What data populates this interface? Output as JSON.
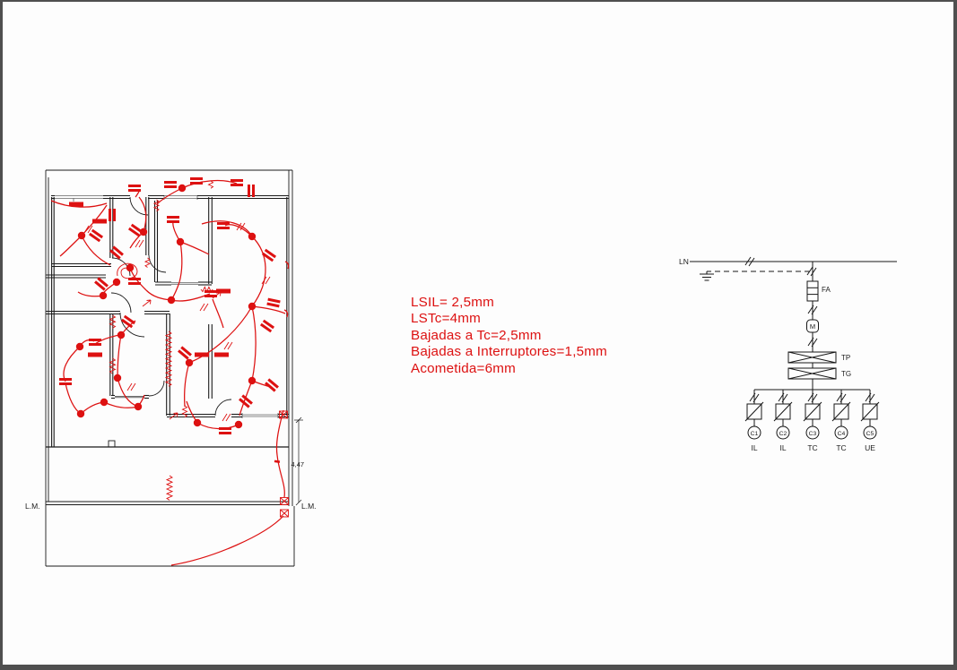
{
  "colors": {
    "red": "#dd1111",
    "linework": "#1a1a1a",
    "canvas": "#fdfdfd",
    "window_border": "#4f4f4f"
  },
  "spec_notes": {
    "line1": "LSIL= 2,5mm",
    "line2": "LSTc=4mm",
    "line3": "Bajadas a Tc=2,5mm",
    "line4": "Bajadas a Interruptores=1,5mm",
    "line5": "Acometida=6mm"
  },
  "floor_plan": {
    "municipal_line_left": "L.M.",
    "municipal_line_right": "L.M.",
    "setback_dimension": "4,47"
  },
  "single_line_diagram": {
    "supply_label": "LN",
    "fuse_label": "FA",
    "meter_label": "M",
    "protection_panel_label": "TP",
    "general_panel_label": "TG",
    "circuits": [
      {
        "id": "C1",
        "load": "IL"
      },
      {
        "id": "C2",
        "load": "IL"
      },
      {
        "id": "C3",
        "load": "TC"
      },
      {
        "id": "C4",
        "load": "TC"
      },
      {
        "id": "C5",
        "load": "UE"
      }
    ]
  }
}
